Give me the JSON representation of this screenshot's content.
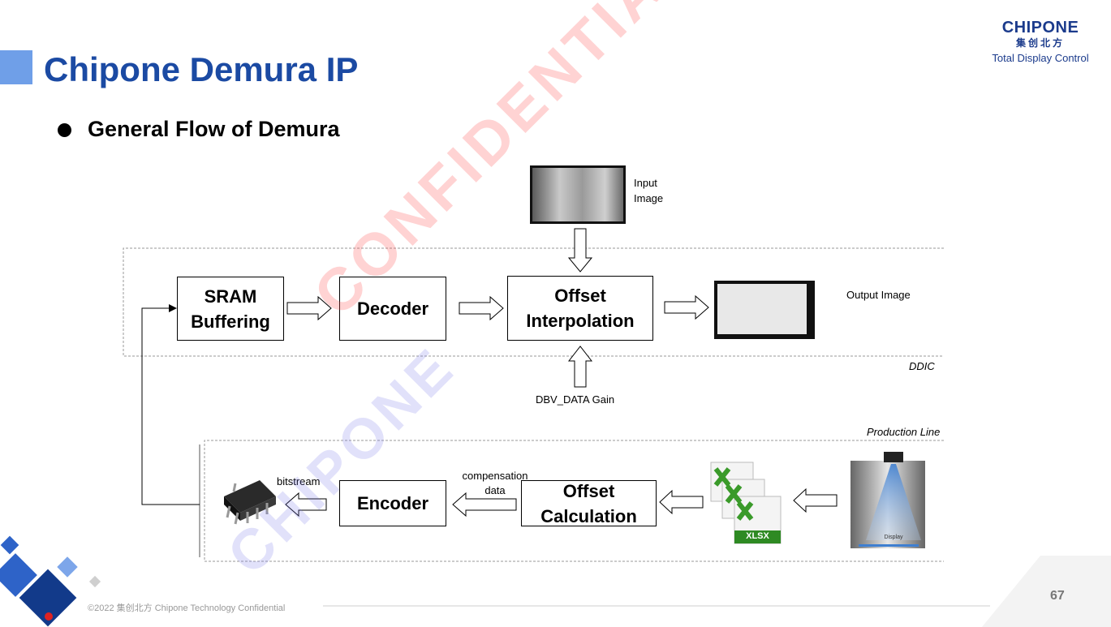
{
  "header": {
    "title": "Chipone Demura IP",
    "bullet": "General Flow of Demura"
  },
  "logo": {
    "brand": "CHIPONE",
    "chinese": "集创北方",
    "tagline": "Total Display Control"
  },
  "diagram": {
    "ddic_blocks": {
      "sram_line1": "SRAM",
      "sram_line2": "Buffering",
      "decoder": "Decoder",
      "offset_interp_line1": "Offset",
      "offset_interp_line2": "Interpolation"
    },
    "production_blocks": {
      "encoder": "Encoder",
      "offset_calc_line1": "Offset",
      "offset_calc_line2": "Calculation"
    },
    "labels": {
      "input_image_line1": "Input",
      "input_image_line2": "Image",
      "output_image": "Output Image",
      "dbv_gain": "DBV_DATA Gain",
      "ddic": "DDIC",
      "production_line": "Production Line",
      "bitstream": "bitstream",
      "compensation_line1": "compensation",
      "compensation_line2": "data",
      "xlsx": "XLSX",
      "display": "Display"
    }
  },
  "watermarks": {
    "upper": "CONFIDENTIAL",
    "lower": "CHIPONE"
  },
  "footer": {
    "copyright": "©2022 集创北方 Chipone Technology Confidential",
    "page_number": "67"
  },
  "colors": {
    "title": "#1b4aa3",
    "accent": "#6f9fe8",
    "watermark_red": "#ff5050",
    "watermark_blue": "#7878e6"
  }
}
